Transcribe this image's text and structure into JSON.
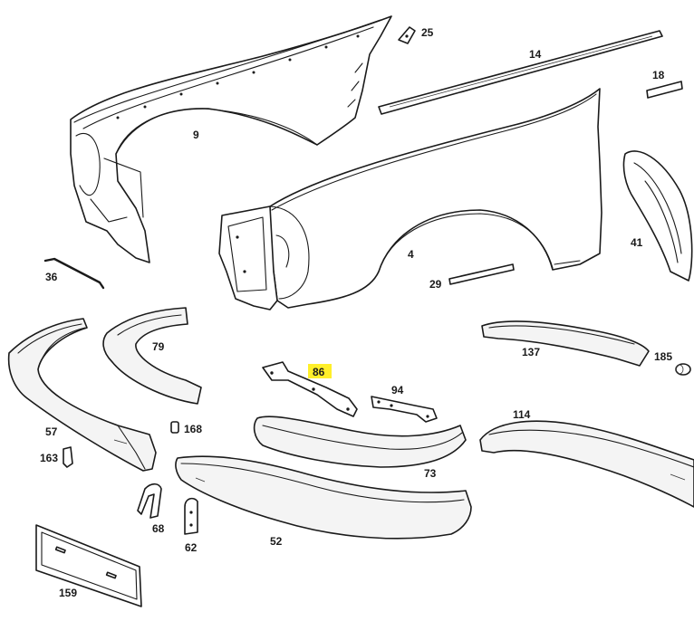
{
  "colors": {
    "line": "#1a1a1a",
    "highlight": "#ffef2a",
    "background": "#ffffff"
  },
  "highlighted_part": "86",
  "parts": [
    {
      "id": "fender-9",
      "label": "9"
    },
    {
      "id": "trim-25",
      "label": "25"
    },
    {
      "id": "strip-14",
      "label": "14"
    },
    {
      "id": "seal-18",
      "label": "18"
    },
    {
      "id": "fender-4",
      "label": "4"
    },
    {
      "id": "arch-41",
      "label": "41"
    },
    {
      "id": "rod-36",
      "label": "36"
    },
    {
      "id": "strip-29",
      "label": "29"
    },
    {
      "id": "bumper-corner-57",
      "label": "57"
    },
    {
      "id": "bumper-guard-79",
      "label": "79"
    },
    {
      "id": "bracket-86",
      "label": "86"
    },
    {
      "id": "bracket-94",
      "label": "94"
    },
    {
      "id": "bumper-trim-137",
      "label": "137"
    },
    {
      "id": "cap-185",
      "label": "185"
    },
    {
      "id": "clip-168",
      "label": "168"
    },
    {
      "id": "rubber-163",
      "label": "163"
    },
    {
      "id": "bumper-73",
      "label": "73"
    },
    {
      "id": "bumper-114",
      "label": "114"
    },
    {
      "id": "bracket-68",
      "label": "68"
    },
    {
      "id": "plate-62",
      "label": "62"
    },
    {
      "id": "bumper-52",
      "label": "52"
    },
    {
      "id": "plate-frame-159",
      "label": "159"
    }
  ]
}
